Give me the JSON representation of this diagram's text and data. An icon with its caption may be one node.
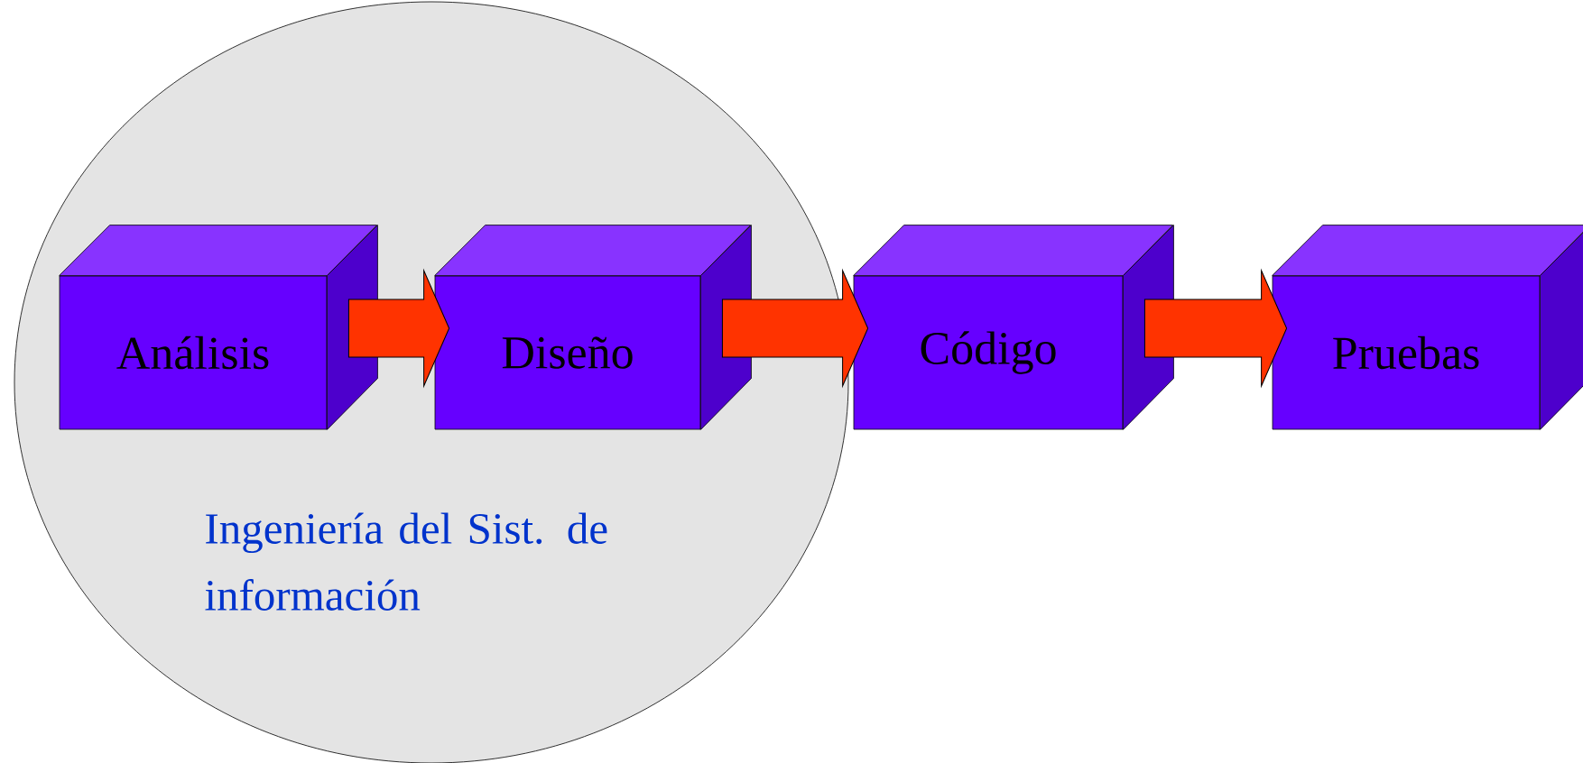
{
  "diagram": {
    "nodes": [
      {
        "text": [
          "Ingeniería del Sist. de información"
        ]
      },
      {
        "text": [
          "Análisis"
        ],
        "in": 0
      },
      {
        "text": [
          "Diseño"
        ],
        "in": 0
      },
      {
        "text": [
          "Código"
        ]
      },
      {
        "text": [
          "Pruebas"
        ]
      }
    ],
    "edges": [
      {
        "from": 1,
        "to": 2,
        "arrow": "to"
      },
      {
        "from": 2,
        "to": 3,
        "arrow": "to"
      },
      {
        "from": 3,
        "to": 4,
        "arrow": "to"
      }
    ]
  }
}
